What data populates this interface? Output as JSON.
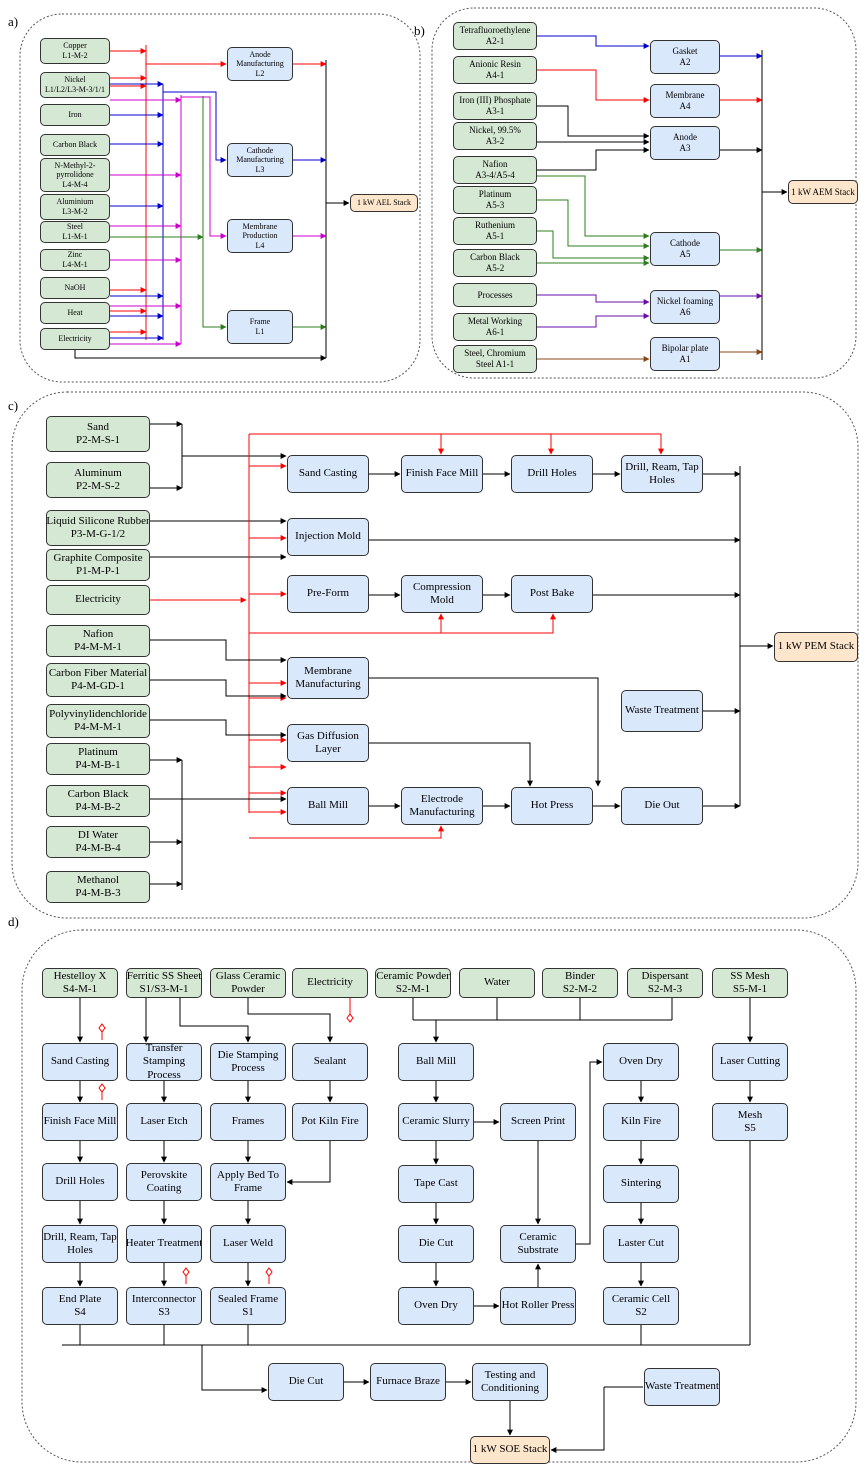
{
  "panels": [
    {
      "id": "a",
      "label": "a)",
      "nodes": [
        {
          "id": "copper",
          "lines": [
            "Copper",
            "L1-M-2"
          ],
          "kind": "input"
        },
        {
          "id": "nickel",
          "lines": [
            "Nickel",
            "L1/L2/L3-M-3/1/1"
          ],
          "kind": "input"
        },
        {
          "id": "iron",
          "lines": [
            "Iron"
          ],
          "kind": "input"
        },
        {
          "id": "carbon_black",
          "lines": [
            "Carbon Black"
          ],
          "kind": "input"
        },
        {
          "id": "nmp",
          "lines": [
            "N-Methyl-2-",
            "pyrrolidone",
            "L4-M-4"
          ],
          "kind": "input"
        },
        {
          "id": "aluminium",
          "lines": [
            "Aluminium",
            "L3-M-2"
          ],
          "kind": "input"
        },
        {
          "id": "steel",
          "lines": [
            "Steel",
            "L1-M-1"
          ],
          "kind": "input"
        },
        {
          "id": "zinc",
          "lines": [
            "Zinc",
            "L4-M-1"
          ],
          "kind": "input"
        },
        {
          "id": "naoh",
          "lines": [
            "NaOH"
          ],
          "kind": "input"
        },
        {
          "id": "heat",
          "lines": [
            "Heat"
          ],
          "kind": "input"
        },
        {
          "id": "electricity",
          "lines": [
            "Electricity"
          ],
          "kind": "input"
        },
        {
          "id": "anode",
          "lines": [
            "Anode",
            "Manufacturing",
            "L2"
          ],
          "kind": "process"
        },
        {
          "id": "cathode",
          "lines": [
            "Cathode",
            "Manufacturing",
            "L3"
          ],
          "kind": "process"
        },
        {
          "id": "membrane",
          "lines": [
            "Membrane",
            "Production",
            "L4"
          ],
          "kind": "process"
        },
        {
          "id": "frame",
          "lines": [
            "Frame",
            "L1"
          ],
          "kind": "process"
        },
        {
          "id": "stack",
          "lines": [
            "1 kW AEL Stack"
          ],
          "kind": "output"
        }
      ]
    },
    {
      "id": "b",
      "label": "b)",
      "nodes": [
        {
          "id": "ptfe",
          "lines": [
            "Tetrafluoroethylene",
            "A2-1"
          ],
          "kind": "input"
        },
        {
          "id": "resin",
          "lines": [
            "Anionic Resin",
            "A4-1"
          ],
          "kind": "input"
        },
        {
          "id": "fepo4",
          "lines": [
            "Iron (III) Phosphate",
            "A3-1"
          ],
          "kind": "input"
        },
        {
          "id": "ni995",
          "lines": [
            "Nickel, 99.5%",
            "A3-2"
          ],
          "kind": "input"
        },
        {
          "id": "nafion",
          "lines": [
            "Nafion",
            "A3-4/A5-4"
          ],
          "kind": "input"
        },
        {
          "id": "platinum",
          "lines": [
            "Platinum",
            "A5-3"
          ],
          "kind": "input"
        },
        {
          "id": "ruthenium",
          "lines": [
            "Ruthenium",
            "A5-1"
          ],
          "kind": "input"
        },
        {
          "id": "cblack",
          "lines": [
            "Carbon Black",
            "A5-2"
          ],
          "kind": "input"
        },
        {
          "id": "processes",
          "lines": [
            "Processes"
          ],
          "kind": "input"
        },
        {
          "id": "metalwork",
          "lines": [
            "Metal Working",
            "A6-1"
          ],
          "kind": "input"
        },
        {
          "id": "steelcr",
          "lines": [
            "Steel, Chromium",
            "Steel A1-1"
          ],
          "kind": "input"
        },
        {
          "id": "gasket",
          "lines": [
            "Gasket",
            "A2"
          ],
          "kind": "process"
        },
        {
          "id": "membrane",
          "lines": [
            "Membrane",
            "A4"
          ],
          "kind": "process"
        },
        {
          "id": "anode",
          "lines": [
            "Anode",
            "A3"
          ],
          "kind": "process"
        },
        {
          "id": "cathode",
          "lines": [
            "Cathode",
            "A5"
          ],
          "kind": "process"
        },
        {
          "id": "nifoam",
          "lines": [
            "Nickel foaming",
            "A6"
          ],
          "kind": "process"
        },
        {
          "id": "bipolar",
          "lines": [
            "Bipolar plate",
            "A1"
          ],
          "kind": "process"
        },
        {
          "id": "stack",
          "lines": [
            "1 kW AEM Stack"
          ],
          "kind": "output"
        }
      ]
    },
    {
      "id": "c",
      "label": "c)",
      "nodes": [
        {
          "id": "sand",
          "lines": [
            "Sand",
            "P2-M-S-1"
          ],
          "kind": "input"
        },
        {
          "id": "aluminum",
          "lines": [
            "Aluminum",
            "P2-M-S-2"
          ],
          "kind": "input"
        },
        {
          "id": "lsr",
          "lines": [
            "Liquid Silicone Rubber",
            "P3-M-G-1/2"
          ],
          "kind": "input"
        },
        {
          "id": "graphite",
          "lines": [
            "Graphite Composite",
            "P1-M-P-1"
          ],
          "kind": "input"
        },
        {
          "id": "electricity",
          "lines": [
            "Electricity"
          ],
          "kind": "input"
        },
        {
          "id": "nafion",
          "lines": [
            "Nafion",
            "P4-M-M-1"
          ],
          "kind": "input"
        },
        {
          "id": "cfm",
          "lines": [
            "Carbon Fiber Material",
            "P4-M-GD-1"
          ],
          "kind": "input"
        },
        {
          "id": "pvc",
          "lines": [
            "Polyvinylidenchloride",
            "P4-M-M-1"
          ],
          "kind": "input"
        },
        {
          "id": "platinum",
          "lines": [
            "Platinum",
            "P4-M-B-1"
          ],
          "kind": "input"
        },
        {
          "id": "cblack",
          "lines": [
            "Carbon Black",
            "P4-M-B-2"
          ],
          "kind": "input"
        },
        {
          "id": "diwater",
          "lines": [
            "DI Water",
            "P4-M-B-4"
          ],
          "kind": "input"
        },
        {
          "id": "methanol",
          "lines": [
            "Methanol",
            "P4-M-B-3"
          ],
          "kind": "input"
        },
        {
          "id": "sandcast",
          "lines": [
            "Sand Casting"
          ],
          "kind": "process"
        },
        {
          "id": "ffm",
          "lines": [
            "Finish Face Mill"
          ],
          "kind": "process"
        },
        {
          "id": "drill",
          "lines": [
            "Drill Holes"
          ],
          "kind": "process"
        },
        {
          "id": "drt",
          "lines": [
            "Drill, Ream, Tap",
            "Holes"
          ],
          "kind": "process"
        },
        {
          "id": "injmold",
          "lines": [
            "Injection Mold"
          ],
          "kind": "process"
        },
        {
          "id": "preform",
          "lines": [
            "Pre-Form"
          ],
          "kind": "process"
        },
        {
          "id": "compmold",
          "lines": [
            "Compression",
            "Mold"
          ],
          "kind": "process"
        },
        {
          "id": "postbake",
          "lines": [
            "Post Bake"
          ],
          "kind": "process"
        },
        {
          "id": "memman",
          "lines": [
            "Membrane",
            "Manufacturing"
          ],
          "kind": "process"
        },
        {
          "id": "gdl",
          "lines": [
            "Gas Diffusion",
            "Layer"
          ],
          "kind": "process"
        },
        {
          "id": "ballmill",
          "lines": [
            "Ball Mill"
          ],
          "kind": "process"
        },
        {
          "id": "electrode",
          "lines": [
            "Electrode",
            "Manufacturing"
          ],
          "kind": "process"
        },
        {
          "id": "hotpress",
          "lines": [
            "Hot Press"
          ],
          "kind": "process"
        },
        {
          "id": "dieout",
          "lines": [
            "Die Out"
          ],
          "kind": "process"
        },
        {
          "id": "waste",
          "lines": [
            "Waste Treatment"
          ],
          "kind": "process"
        },
        {
          "id": "stack",
          "lines": [
            "1 kW PEM Stack"
          ],
          "kind": "output"
        }
      ]
    },
    {
      "id": "d",
      "label": "d)",
      "nodes": [
        {
          "id": "hast",
          "lines": [
            "Hestelloy X",
            "S4-M-1"
          ],
          "kind": "input"
        },
        {
          "id": "ferritic",
          "lines": [
            "Ferritic SS Sheet",
            "S1/S3-M-1"
          ],
          "kind": "input"
        },
        {
          "id": "glass",
          "lines": [
            "Glass Ceramic",
            "Powder"
          ],
          "kind": "input"
        },
        {
          "id": "elec",
          "lines": [
            "Electricity"
          ],
          "kind": "input"
        },
        {
          "id": "cerpow",
          "lines": [
            "Ceramic Powder",
            "S2-M-1"
          ],
          "kind": "input"
        },
        {
          "id": "water",
          "lines": [
            "Water"
          ],
          "kind": "input"
        },
        {
          "id": "binder",
          "lines": [
            "Binder",
            "S2-M-2"
          ],
          "kind": "input"
        },
        {
          "id": "dispersant",
          "lines": [
            "Dispersant",
            "S2-M-3"
          ],
          "kind": "input"
        },
        {
          "id": "ssmesh",
          "lines": [
            "SS Mesh",
            "S5-M-1"
          ],
          "kind": "input"
        },
        {
          "id": "sandcast",
          "lines": [
            "Sand Casting"
          ],
          "kind": "process"
        },
        {
          "id": "tsp",
          "lines": [
            "Transfer",
            "Stamping",
            "Process"
          ],
          "kind": "process"
        },
        {
          "id": "dsp",
          "lines": [
            "Die Stamping",
            "Process"
          ],
          "kind": "process"
        },
        {
          "id": "sealant",
          "lines": [
            "Sealant"
          ],
          "kind": "process"
        },
        {
          "id": "ffm",
          "lines": [
            "Finish Face Mill"
          ],
          "kind": "process"
        },
        {
          "id": "laseretch",
          "lines": [
            "Laser Etch"
          ],
          "kind": "process"
        },
        {
          "id": "frames",
          "lines": [
            "Frames"
          ],
          "kind": "process"
        },
        {
          "id": "potkiln",
          "lines": [
            "Pot Kiln Fire"
          ],
          "kind": "process"
        },
        {
          "id": "drill",
          "lines": [
            "Drill Holes"
          ],
          "kind": "process"
        },
        {
          "id": "perov",
          "lines": [
            "Perovskite",
            "Coating"
          ],
          "kind": "process"
        },
        {
          "id": "applybed",
          "lines": [
            "Apply Bed To",
            "Frame"
          ],
          "kind": "process"
        },
        {
          "id": "drt",
          "lines": [
            "Drill, Ream, Tap",
            "Holes"
          ],
          "kind": "process"
        },
        {
          "id": "heater",
          "lines": [
            "Heater Treatment"
          ],
          "kind": "process"
        },
        {
          "id": "laserweld",
          "lines": [
            "Laser Weld"
          ],
          "kind": "process"
        },
        {
          "id": "endplate",
          "lines": [
            "End Plate",
            "S4"
          ],
          "kind": "process"
        },
        {
          "id": "interconn",
          "lines": [
            "Interconnector",
            "S3"
          ],
          "kind": "process"
        },
        {
          "id": "sealedframe",
          "lines": [
            "Sealed Frame",
            "S1"
          ],
          "kind": "process"
        },
        {
          "id": "ballmill",
          "lines": [
            "Ball Mill"
          ],
          "kind": "process"
        },
        {
          "id": "slurry",
          "lines": [
            "Ceramic Slurry"
          ],
          "kind": "process"
        },
        {
          "id": "screenprint",
          "lines": [
            "Screen Print"
          ],
          "kind": "process"
        },
        {
          "id": "tapecast",
          "lines": [
            "Tape Cast"
          ],
          "kind": "process"
        },
        {
          "id": "diecut1",
          "lines": [
            "Die Cut"
          ],
          "kind": "process"
        },
        {
          "id": "ovendry1",
          "lines": [
            "Oven Dry"
          ],
          "kind": "process"
        },
        {
          "id": "hotroller",
          "lines": [
            "Hot Roller Press"
          ],
          "kind": "process"
        },
        {
          "id": "substrate",
          "lines": [
            "Ceramic",
            "Substrate"
          ],
          "kind": "process"
        },
        {
          "id": "ovendry2",
          "lines": [
            "Oven Dry"
          ],
          "kind": "process"
        },
        {
          "id": "kilnfire",
          "lines": [
            "Kiln Fire"
          ],
          "kind": "process"
        },
        {
          "id": "sintering",
          "lines": [
            "Sintering"
          ],
          "kind": "process"
        },
        {
          "id": "lastercut",
          "lines": [
            "Laster Cut"
          ],
          "kind": "process"
        },
        {
          "id": "cercell",
          "lines": [
            "Ceramic Cell",
            "S2"
          ],
          "kind": "process"
        },
        {
          "id": "lasercut",
          "lines": [
            "Laser Cutting"
          ],
          "kind": "process"
        },
        {
          "id": "mesh",
          "lines": [
            "Mesh",
            "S5"
          ],
          "kind": "process"
        },
        {
          "id": "diecut2",
          "lines": [
            "Die Cut"
          ],
          "kind": "process"
        },
        {
          "id": "furnace",
          "lines": [
            "Furnace Braze"
          ],
          "kind": "process"
        },
        {
          "id": "testing",
          "lines": [
            "Testing and",
            "Conditioning"
          ],
          "kind": "process"
        },
        {
          "id": "waste",
          "lines": [
            "Waste Treatment"
          ],
          "kind": "process"
        },
        {
          "id": "stack",
          "lines": [
            "1 kW SOE Stack"
          ],
          "kind": "output"
        }
      ]
    }
  ],
  "colors": {
    "input_fill": "#d5e8d4",
    "process_fill": "#dae8fc",
    "output_fill": "#fde6cc",
    "red": "#ff0000",
    "blue": "#0000cc",
    "magenta": "#cc00cc",
    "green": "#2d7d1f",
    "purple": "#6a0dad",
    "brown": "#8b4513",
    "black": "#000000"
  }
}
